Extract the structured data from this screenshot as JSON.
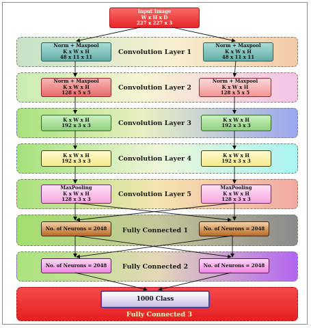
{
  "input": {
    "lines": [
      "Input Image",
      "W x H x D",
      "227 x 227 x 3"
    ]
  },
  "layers": [
    {
      "label": "Convolution Layer 1",
      "left": [
        "Norm + Maxpool",
        "K x W x H",
        "48 x 11 x 11"
      ],
      "right": [
        "Norm + Maxpool",
        "K x W x H",
        "48 x 11 x 11"
      ]
    },
    {
      "label": "Convolution Layer 2",
      "left": [
        "Norm + Maxpool",
        "K x W x H",
        "128 x 5 x 5"
      ],
      "right": [
        "Norm + Maxpool",
        "K x W x H",
        "128 x 5 x 5"
      ]
    },
    {
      "label": "Convolution Layer 3",
      "left": [
        "K x W x H",
        "192 x 3 x 3"
      ],
      "right": [
        "K x W x H",
        "192 x 3 x 3"
      ]
    },
    {
      "label": "Convolution Layer 4",
      "left": [
        "K x W x H",
        "192 x 3 x 3"
      ],
      "right": [
        "K x W x H",
        "192 x 3 x 3"
      ]
    },
    {
      "label": "Convolution Layer 5",
      "left": [
        "MaxPooling",
        "K x W x H",
        "128 x 3 x 3"
      ],
      "right": [
        "MaxPooling",
        "K x W x H",
        "128 x 3 x 3"
      ]
    },
    {
      "label": "Fully Connected 1",
      "left": [
        "No. of Neurons = 2048"
      ],
      "right": [
        "No. of Neurons = 2048"
      ]
    },
    {
      "label": "Fully Connected 2",
      "left": [
        "No. of Neurons = 2048"
      ],
      "right": [
        "No. of Neurons = 2048"
      ]
    }
  ],
  "output": {
    "class_label": "1000 Class",
    "layer_label": "Fully Connected 3"
  },
  "colors": {
    "input": "#ee2f2f",
    "output_band": "#ef2d2d",
    "arrow": "#111111"
  }
}
